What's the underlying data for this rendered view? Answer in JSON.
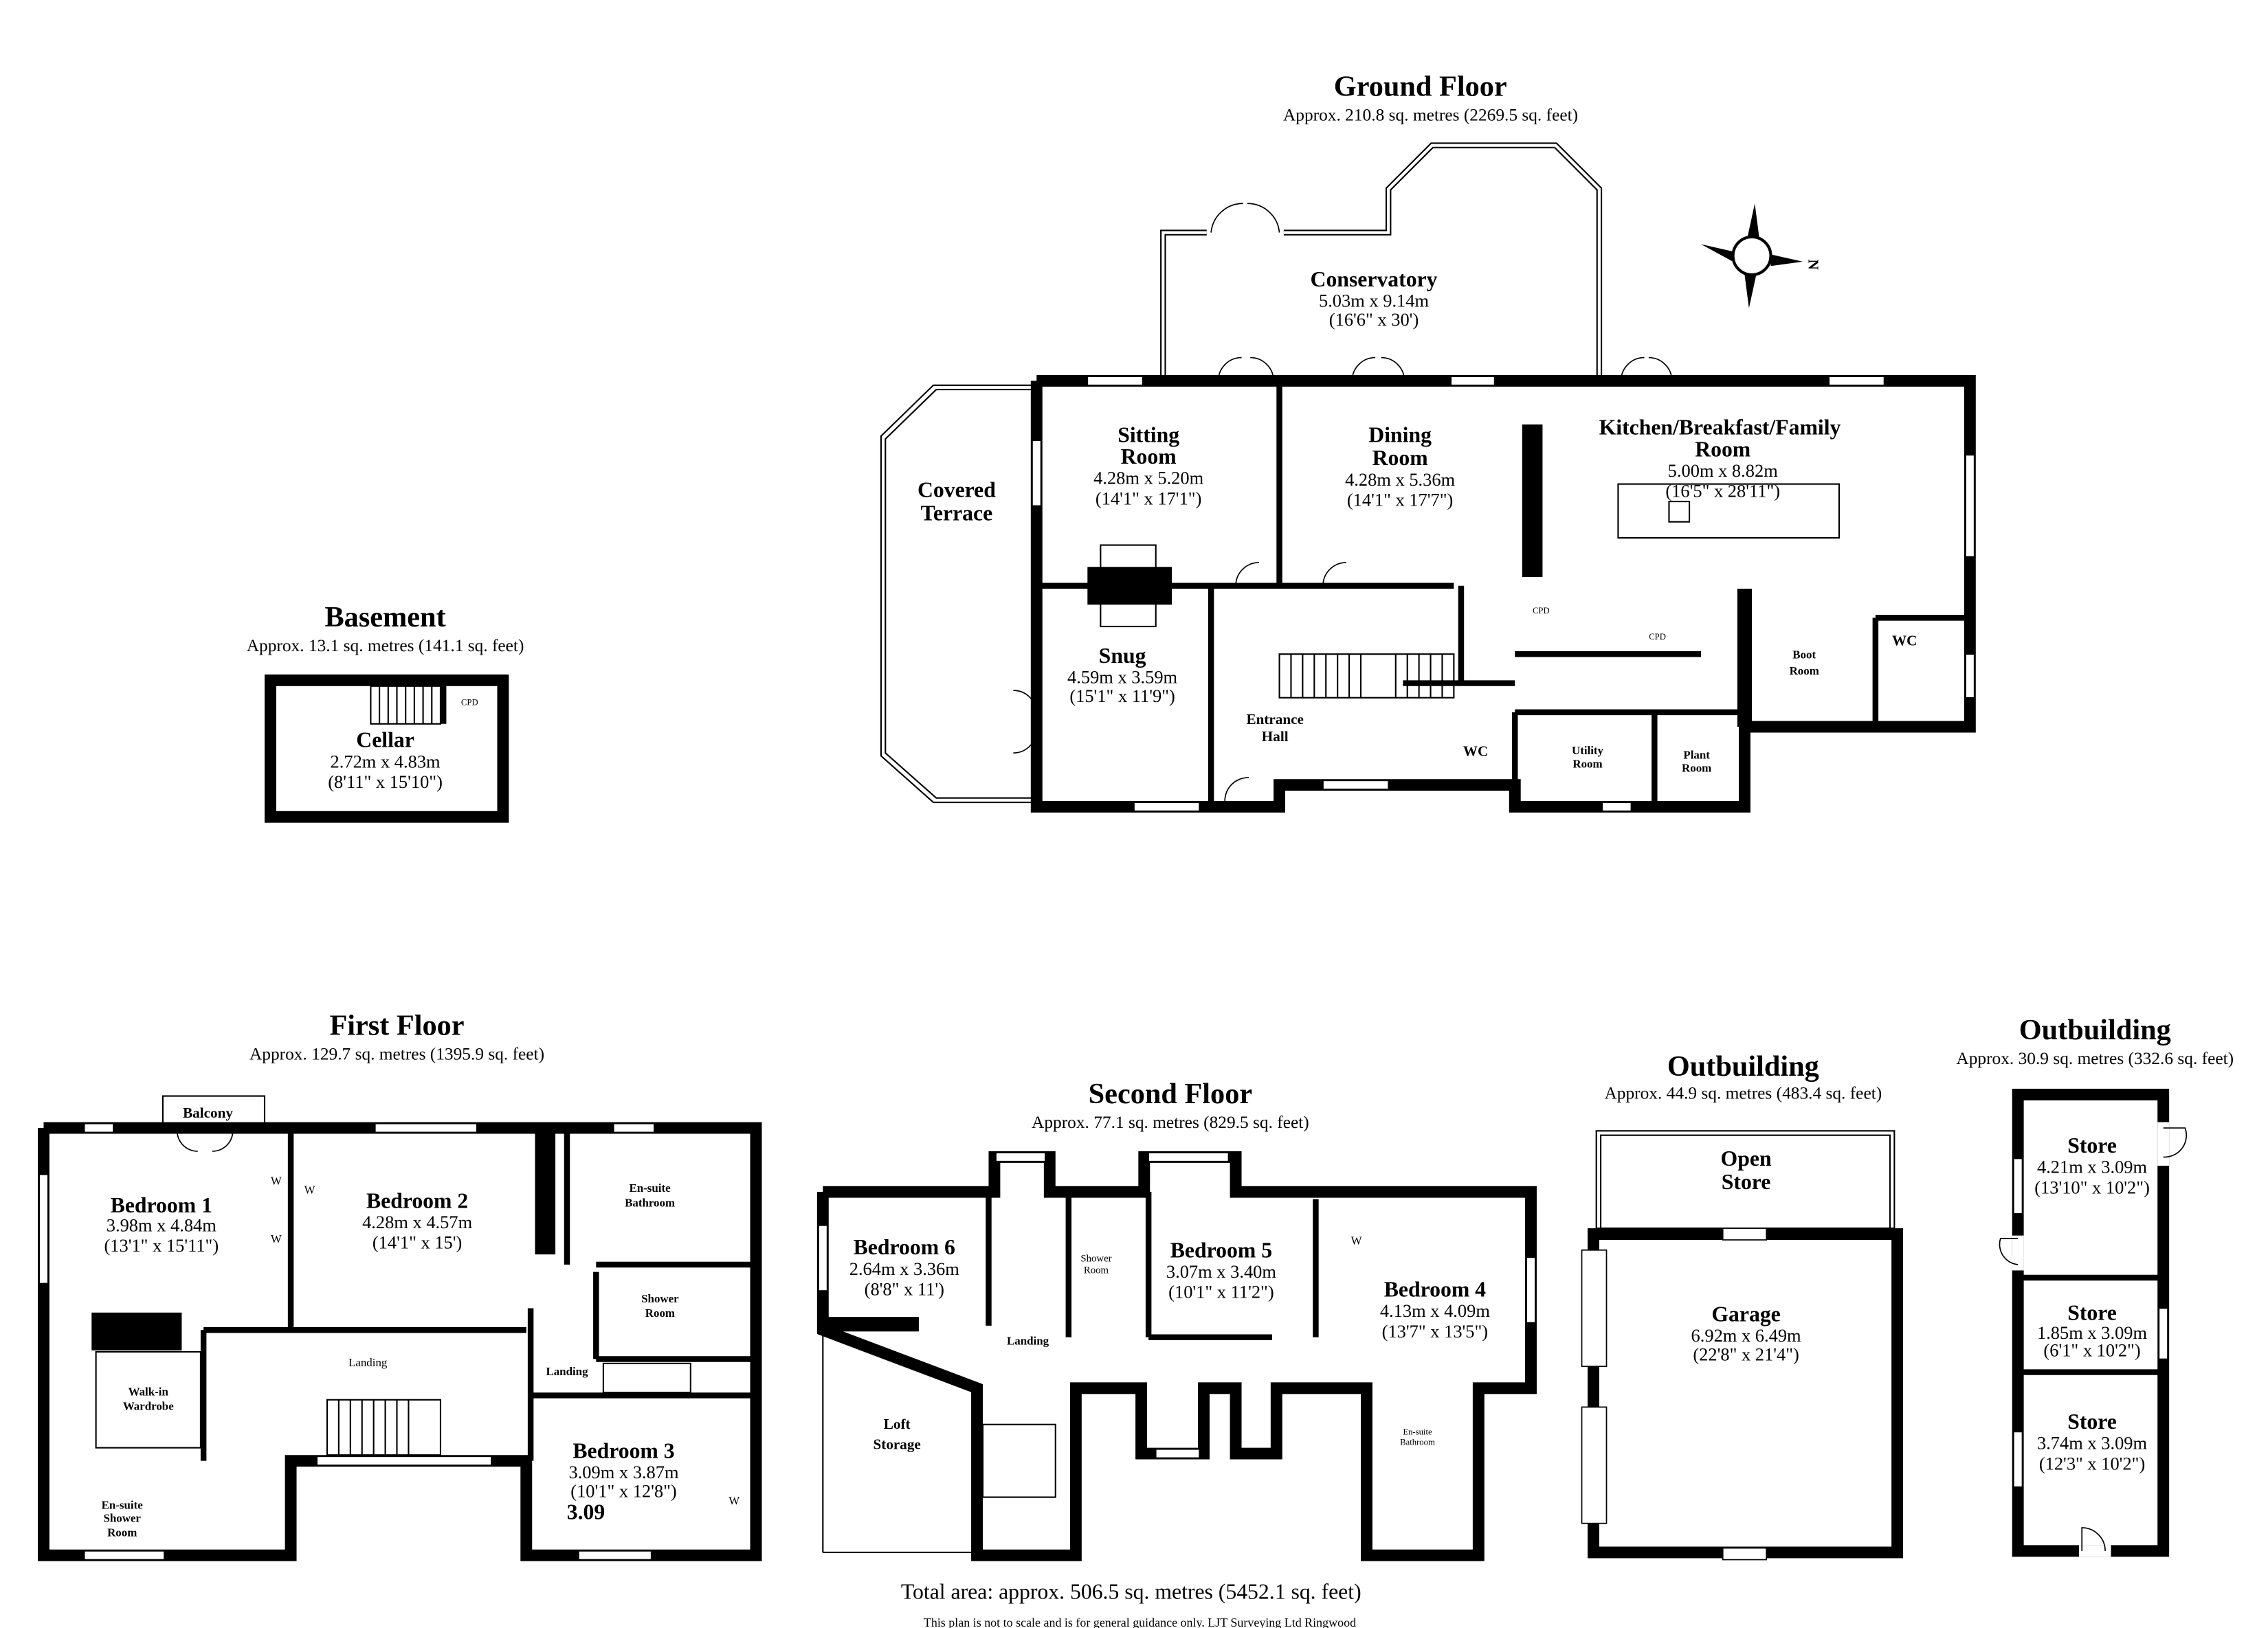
{
  "compass": {
    "label": "N"
  },
  "ground_floor": {
    "title": "Ground Floor",
    "area": "Approx. 210.8 sq. metres (2269.5 sq. feet)",
    "rooms": {
      "conservatory": {
        "name": [
          "Conservatory"
        ],
        "dims_m": "5.03m x 9.14m",
        "dims_ft": "(16'6\" x 30')"
      },
      "sitting": {
        "name": [
          "Sitting",
          "Room"
        ],
        "dims_m": "4.28m x 5.20m",
        "dims_ft": "(14'1\" x 17'1\")"
      },
      "dining": {
        "name": [
          "Dining",
          "Room"
        ],
        "dims_m": "4.28m x 5.36m",
        "dims_ft": "(14'1\" x 17'7\")"
      },
      "kitchen": {
        "name": [
          "Kitchen/Breakfast/Family",
          "Room"
        ],
        "dims_m": "5.00m x 8.82m",
        "dims_ft": "(16'5\" x 28'11\")"
      },
      "snug": {
        "name": [
          "Snug"
        ],
        "dims_m": "4.59m x 3.59m",
        "dims_ft": "(15'1\" x 11'9\")"
      }
    },
    "labels": {
      "covered_terrace": [
        "Covered",
        "Terrace"
      ],
      "entrance_hall": [
        "Entrance",
        "Hall"
      ],
      "wc1": "WC",
      "utility": [
        "Utility",
        "Room"
      ],
      "plant": [
        "Plant",
        "Room"
      ],
      "boot": [
        "Boot",
        "Room"
      ],
      "wc2": "WC",
      "cpd1": "CPD",
      "cpd2": "CPD"
    }
  },
  "basement": {
    "title": "Basement",
    "area": "Approx. 13.1 sq. metres (141.1 sq. feet)",
    "cellar": {
      "name": "Cellar",
      "dims_m": "2.72m x 4.83m",
      "dims_ft": "(8'11\" x 15'10\")"
    },
    "cpd": "CPD"
  },
  "first_floor": {
    "title": "First Floor",
    "area": "Approx. 129.7 sq. metres (1395.9 sq. feet)",
    "rooms": {
      "bedroom1": {
        "name": "Bedroom 1",
        "dims_m": "3.98m x 4.84m",
        "dims_ft": "(13'1\" x 15'11\")"
      },
      "bedroom2": {
        "name": "Bedroom 2",
        "dims_m": "4.28m x 4.57m",
        "dims_ft": "(14'1\" x 15')"
      },
      "bedroom3": {
        "name": "Bedroom 3",
        "dims_m": "3.09m x 3.87m",
        "dims_ft": "(10'1\" x 12'8\")",
        "extra": "3.09"
      }
    },
    "labels": {
      "balcony": "Balcony",
      "ensuite_bathroom": [
        "En-suite",
        "Bathroom"
      ],
      "shower_room": [
        "Shower",
        "Room"
      ],
      "landing1": "Landing",
      "landing2": "Landing",
      "walkin": [
        "Walk-in",
        "Wardrobe"
      ],
      "ensuite_shower": [
        "En-suite",
        "Shower",
        "Room"
      ],
      "wardrobe": "W"
    }
  },
  "second_floor": {
    "title": "Second Floor",
    "area": "Approx. 77.1 sq. metres (829.5 sq. feet)",
    "rooms": {
      "bedroom6": {
        "name": "Bedroom 6",
        "dims_m": "2.64m x 3.36m",
        "dims_ft": "(8'8\" x 11')"
      },
      "bedroom5": {
        "name": "Bedroom 5",
        "dims_m": "3.07m x 3.40m",
        "dims_ft": "(10'1\" x 11'2\")"
      },
      "bedroom4": {
        "name": "Bedroom 4",
        "dims_m": "4.13m x 4.09m",
        "dims_ft": "(13'7\" x 13'5\")"
      }
    },
    "labels": {
      "shower_room": [
        "Shower",
        "Room"
      ],
      "landing": "Landing",
      "loft": [
        "Loft",
        "Storage"
      ],
      "ensuite": [
        "En-suite",
        "Bathroom"
      ],
      "wardrobe": "W"
    }
  },
  "outbuilding_garage": {
    "title": "Outbuilding",
    "area": "Approx. 44.9 sq. metres (483.4 sq. feet)",
    "open_store": [
      "Open",
      "Store"
    ],
    "garage": {
      "name": "Garage",
      "dims_m": "6.92m x 6.49m",
      "dims_ft": "(22'8\" x 21'4\")"
    }
  },
  "outbuilding_stores": {
    "title": "Outbuilding",
    "area": "Approx. 30.9 sq. metres (332.6 sq. feet)",
    "stores": [
      {
        "name": "Store",
        "dims_m": "4.21m x 3.09m",
        "dims_ft": "(13'10\" x 10'2\")"
      },
      {
        "name": "Store",
        "dims_m": "1.85m x 3.09m",
        "dims_ft": "(6'1\" x 10'2\")"
      },
      {
        "name": "Store",
        "dims_m": "3.74m x 3.09m",
        "dims_ft": "(12'3\" x 10'2\")"
      }
    ]
  },
  "footer": {
    "total": "Total area: approx. 506.5 sq. metres (5452.1 sq. feet)",
    "disclaimer": "This plan is not to scale and is for general guidance only. LJT Surveying Ltd Ringwood"
  }
}
